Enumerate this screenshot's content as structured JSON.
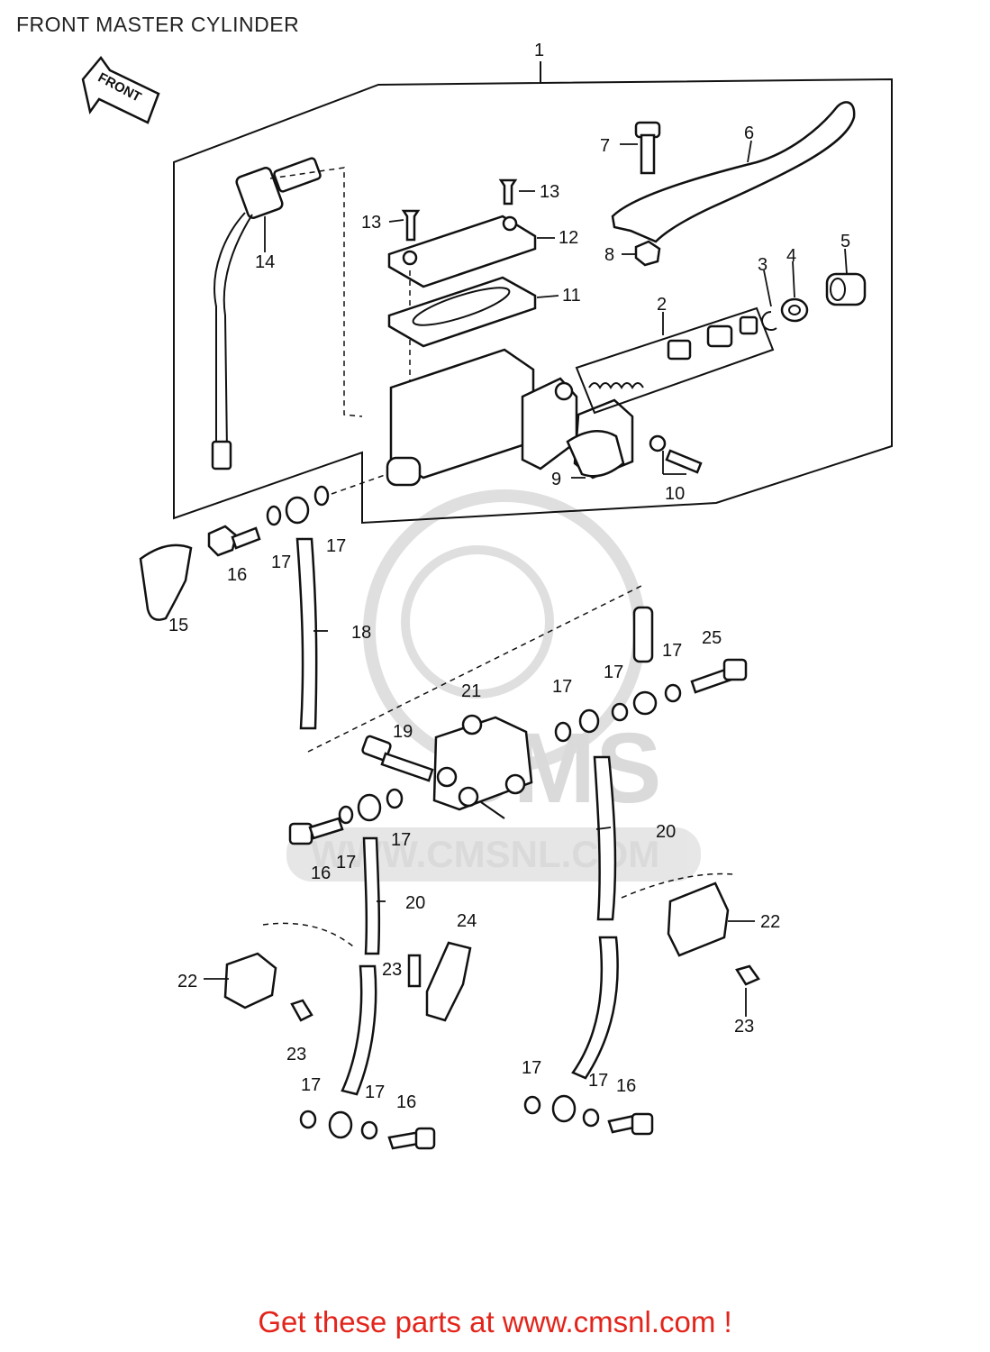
{
  "title": "FRONT MASTER CYLINDER",
  "direction_label": "FRONT",
  "watermark": {
    "brand": "CMS",
    "url": "WWW.CMSNL.COM"
  },
  "footer": "Get these parts at www.cmsnl.com !",
  "colors": {
    "footer_text": "#e3241b",
    "line": "#111111",
    "watermark": "#d6d6d6"
  },
  "callouts": {
    "c1": "1",
    "c2": "2",
    "c3": "3",
    "c4": "4",
    "c5": "5",
    "c6": "6",
    "c7": "7",
    "c8": "8",
    "c9": "9",
    "c10": "10",
    "c11": "11",
    "c12": "12",
    "c13a": "13",
    "c13b": "13",
    "c14": "14",
    "c15": "15",
    "c16a": "16",
    "c16b": "16",
    "c16c": "16",
    "c16d": "16",
    "c17a": "17",
    "c17b": "17",
    "c17c": "17",
    "c17d": "17",
    "c17e": "17",
    "c17f": "17",
    "c17g": "17",
    "c17h": "17",
    "c17i": "17",
    "c17j": "17",
    "c17k": "17",
    "c18": "18",
    "c19": "19",
    "c20a": "20",
    "c20b": "20",
    "c21": "21",
    "c22a": "22",
    "c22b": "22",
    "c23a": "23",
    "c23b": "23",
    "c23c": "23",
    "c24": "24",
    "c25": "25"
  }
}
